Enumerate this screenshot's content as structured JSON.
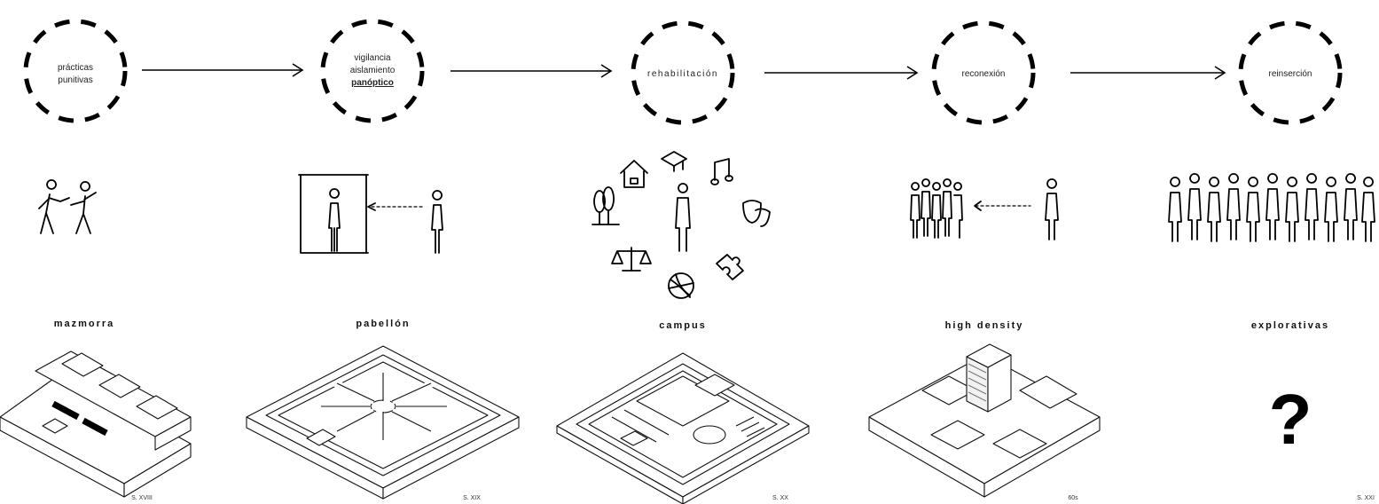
{
  "stages": [
    {
      "circle_lines": [
        "prácticas",
        "punitivas"
      ],
      "type_label": "mazmorra",
      "footnote": "S. XVIII"
    },
    {
      "circle_lines": [
        "vigilancia",
        "aislamiento",
        "panóptico"
      ],
      "type_label": "pabellón",
      "footnote": "S. XIX"
    },
    {
      "circle_lines": [
        "rehabilitación"
      ],
      "type_label": "campus",
      "footnote": "S. XX"
    },
    {
      "circle_lines": [
        "reconexión"
      ],
      "type_label": "high density",
      "footnote": "60s"
    },
    {
      "circle_lines": [
        "reinserción"
      ],
      "type_label": "explorativas",
      "footnote": "S. XXI"
    }
  ],
  "unknown_symbol": "?",
  "icon_names": [
    "fighting-figures-icon",
    "guard-watching-cell-icon",
    "campus-activities-icon",
    "crowd-and-person-icon",
    "crowd-icon"
  ]
}
